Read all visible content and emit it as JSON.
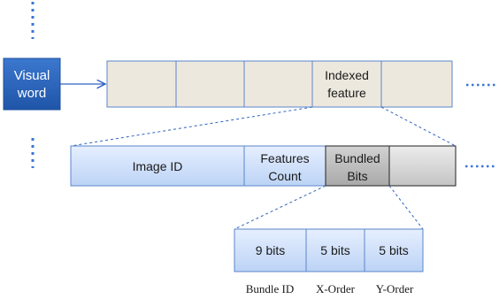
{
  "visual_word": {
    "line1": "Visual",
    "line2": "word"
  },
  "indexed_feature": {
    "line1": "Indexed",
    "line2": "feature"
  },
  "record": {
    "image_id": "Image ID",
    "features_count": {
      "line1": "Features",
      "line2": "Count"
    },
    "bundled_bits": {
      "line1": "Bundled",
      "line2": "Bits"
    }
  },
  "bits": {
    "bundle_id_bits": "9 bits",
    "x_order_bits": "5 bits",
    "y_order_bits": "5 bits"
  },
  "captions": {
    "bundle_id": "Bundle ID",
    "x_order": "X-Order",
    "y_order": "Y-Order"
  },
  "ellipsis": "……",
  "colors": {
    "visual_word_fill": "#2a63b8",
    "posting_fill": "#ede8de",
    "blue_cell_fill": "#cfe0fa",
    "bundled_fill": "#b9b9b9",
    "grey_cell_fill": "#d6d6d6",
    "connector": "#2f63c0",
    "dots": "#3b76d6"
  }
}
